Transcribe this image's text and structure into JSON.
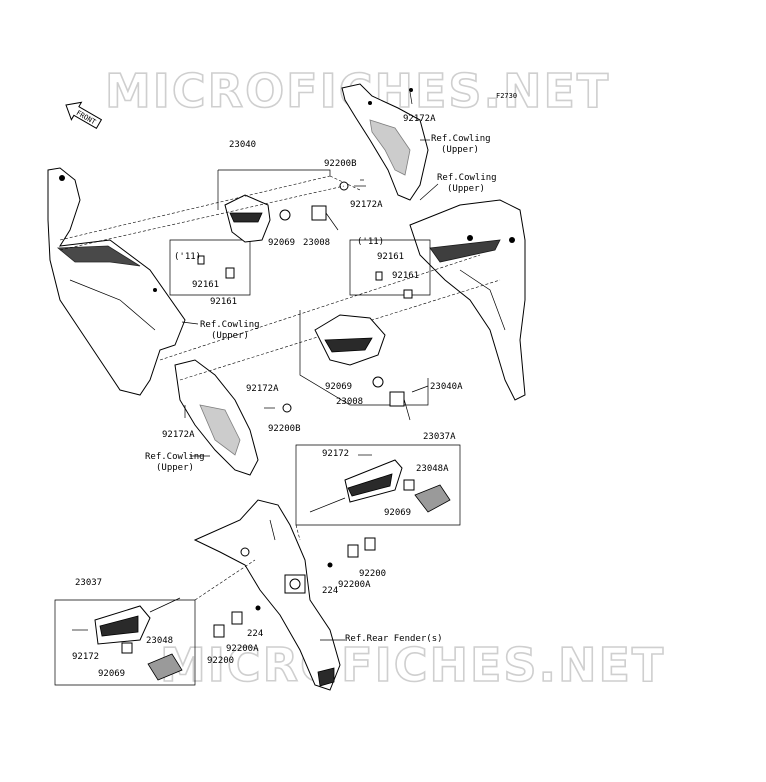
{
  "watermark": {
    "top": "MICROFICHES.NET",
    "bottom": "MICROFICHES.NET"
  },
  "figure_code": "F2730",
  "front_arrow": "FRONT",
  "labels": {
    "p23040": "23040",
    "p92200B_top": "92200B",
    "p92172A_top1": "92172A",
    "p92172A_top2": "92172A",
    "ref_cowl_1a": "Ref.Cowling",
    "ref_cowl_1b": "(Upper)",
    "ref_cowl_2a": "Ref.Cowling",
    "ref_cowl_2b": "(Upper)",
    "p92069_a": "92069",
    "p23008_a": "23008",
    "yr11_a": "('11)",
    "p92161_a1": "92161",
    "p92161_a2": "92161",
    "yr11_b": "('11)",
    "p92161_b1": "92161",
    "p92161_b2": "92161",
    "ref_cowl_3a": "Ref.Cowling",
    "ref_cowl_3b": "(Upper)",
    "p92172A_mid": "92172A",
    "p92069_b": "92069",
    "p23040A": "23040A",
    "p23008_b": "23008",
    "p92200B_mid": "92200B",
    "p92172A_left": "92172A",
    "ref_cowl_4a": "Ref.Cowling",
    "ref_cowl_4b": "(Upper)",
    "p23037A": "23037A",
    "p92172_right": "92172",
    "p23048A": "23048A",
    "p92069_c": "92069",
    "p23037": "23037",
    "p92200_r": "92200",
    "p224_r": "224",
    "p92200A_r": "92200A",
    "p224_l": "224",
    "ref_rear_fender": "Ref.Rear Fender(s)",
    "p92172_left": "92172",
    "p23048": "23048",
    "p92069_d": "92069",
    "p92200A_l": "92200A",
    "p92200_l": "92200"
  }
}
